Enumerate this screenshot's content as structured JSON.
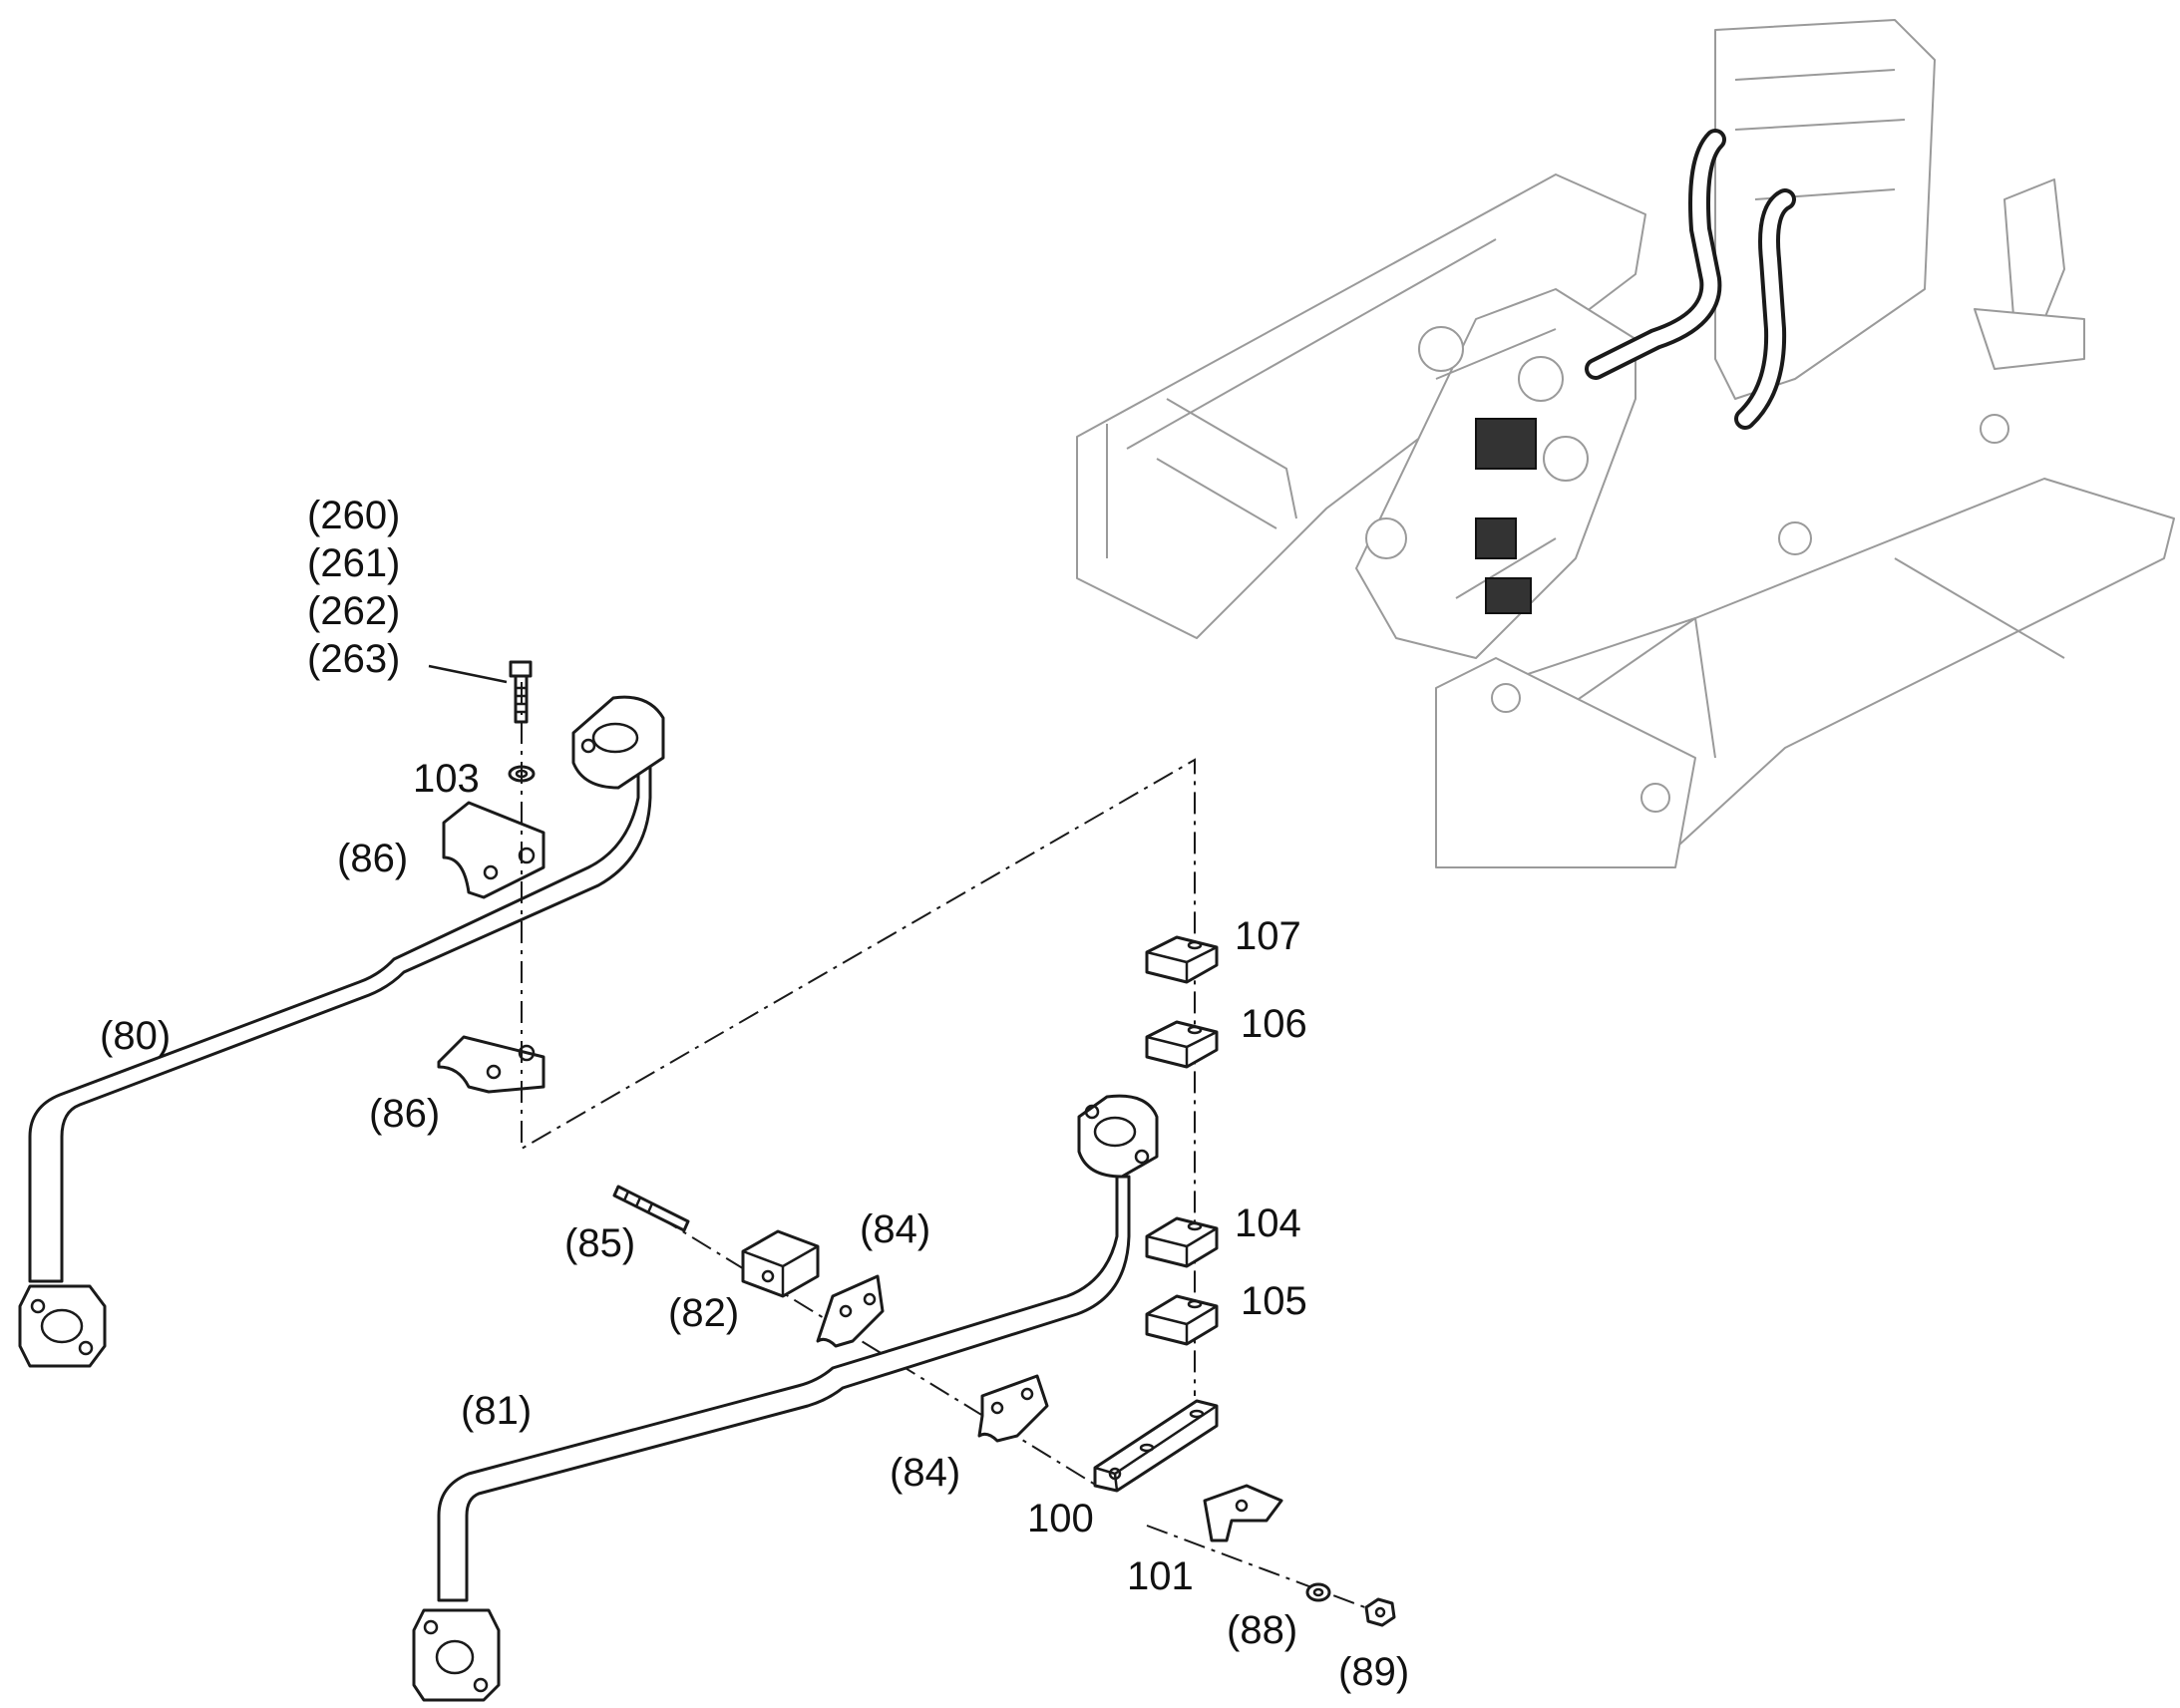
{
  "diagram": {
    "callouts": {
      "c260": "(260)",
      "c261": "(261)",
      "c262": "(262)",
      "c263": "(263)",
      "c103": "103",
      "c86a": "(86)",
      "c86b": "(86)",
      "c80": "(80)",
      "c81": "(81)",
      "c85": "(85)",
      "c82": "(82)",
      "c84a": "(84)",
      "c84b": "(84)",
      "c107": "107",
      "c106": "106",
      "c104": "104",
      "c105": "105",
      "c100": "100",
      "c101": "101",
      "c88": "(88)",
      "c89": "(89)"
    }
  }
}
